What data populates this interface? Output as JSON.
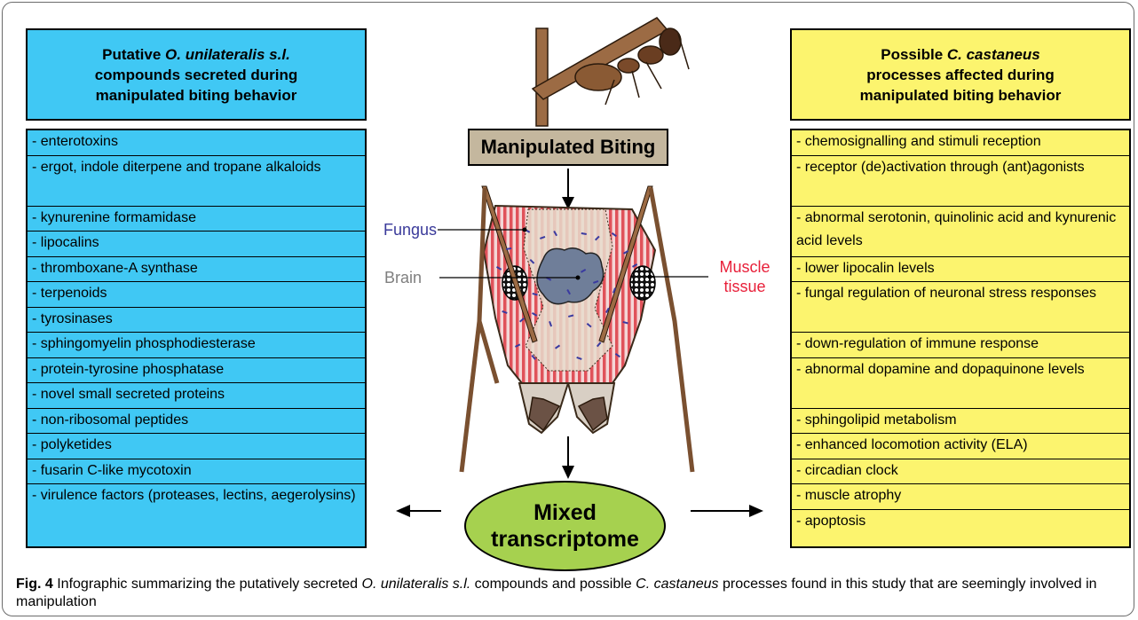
{
  "left_header": {
    "line1_pre": "Putative ",
    "line1_italic": "O. unilateralis s.l.",
    "line2": "compounds secreted during",
    "line3": "manipulated biting behavior"
  },
  "right_header": {
    "line1_pre": "Possible ",
    "line1_italic": "C. castaneus",
    "line2": "processes affected during",
    "line3": "manipulated biting behavior"
  },
  "left_items": [
    "- enterotoxins",
    "- ergot, indole diterpene and tropane alkaloids",
    "- kynurenine formamidase",
    "- lipocalins",
    "- thromboxane-A synthase",
    "- terpenoids",
    "- tyrosinases",
    "- sphingomyelin phosphodiesterase",
    "- protein-tyrosine phosphatase",
    "- novel small secreted proteins",
    "- non-ribosomal peptides",
    "- polyketides",
    "- fusarin C-like mycotoxin",
    "- virulence factors (proteases, lectins, aegerolysins)"
  ],
  "right_items": [
    "- chemosignalling and stimuli reception",
    "- receptor (de)activation through (ant)agonists",
    "- abnormal serotonin, quinolinic acid and kynurenic acid levels",
    "- lower lipocalin levels",
    "- fungal regulation of neuronal stress responses",
    "- down-regulation of immune response",
    "- abnormal dopamine and dopaquinone levels",
    "- sphingolipid metabolism",
    "- enhanced locomotion activity (ELA)",
    "- circadian clock",
    "- muscle atrophy",
    "- apoptosis"
  ],
  "center": {
    "manipulated_biting": "Manipulated Biting",
    "mixed_line1": "Mixed",
    "mixed_line2": "transcriptome",
    "fungus_label": "Fungus",
    "brain_label": "Brain",
    "muscle_line1": "Muscle",
    "muscle_line2": "tissue"
  },
  "caption": {
    "fig": "Fig. 4",
    "t1": " Infographic summarizing the putatively secreted ",
    "i1": "O. unilateralis s.l.",
    "t2": " compounds and possible ",
    "i2": "C. castaneus",
    "t3": " processes found in this study that are seemingly involved in manipulation"
  },
  "colors": {
    "left_fill": "#40c8f4",
    "right_fill": "#fcf46e",
    "mb_fill": "#c4b79e",
    "oval_fill": "#a6d14f",
    "fungus": "#3a3a9a",
    "muscle": "#e8203a",
    "brain": "#7f7f7f"
  }
}
